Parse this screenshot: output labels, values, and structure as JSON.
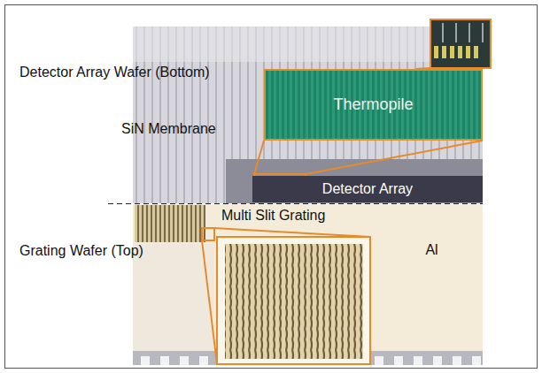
{
  "diagram": {
    "nodes": [
      {
        "text": [
          "Thermopile"
        ]
      },
      {
        "text": [
          "Detector Array"
        ]
      },
      {
        "text": [
          "Al"
        ]
      }
    ],
    "labels": [
      "Detector Array Wafer (Bottom)",
      "SiN Membrane",
      "Multi Slit Grating",
      "Grating Wafer (Top)"
    ]
  }
}
